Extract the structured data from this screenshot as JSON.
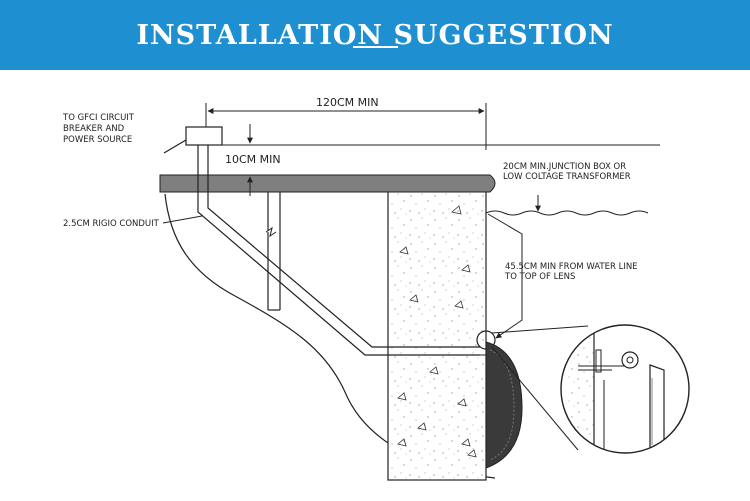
{
  "banner": {
    "title": "INSTALLATION SUGGESTION",
    "bg_color": "#1e8fd0",
    "text_color": "#ffffff"
  },
  "diagram": {
    "labels": {
      "gfci_line1": "TO GFCI CIRCUIT",
      "gfci_line2": "BREAKER AND",
      "gfci_line3": "POWER SOURCE",
      "dist_120": "120CM MIN",
      "dist_10": "10CM MIN",
      "conduit": "2.5CM RIGIO CONDUIT",
      "junction_line1": "20CM MIN.JUNCTION BOX OR",
      "junction_line2": "LOW COLTAGE TRANSFORMER",
      "water_line1": "45.5CM MIN FROM WATER LINE",
      "water_line2": "TO TOP OF LENS"
    }
  }
}
